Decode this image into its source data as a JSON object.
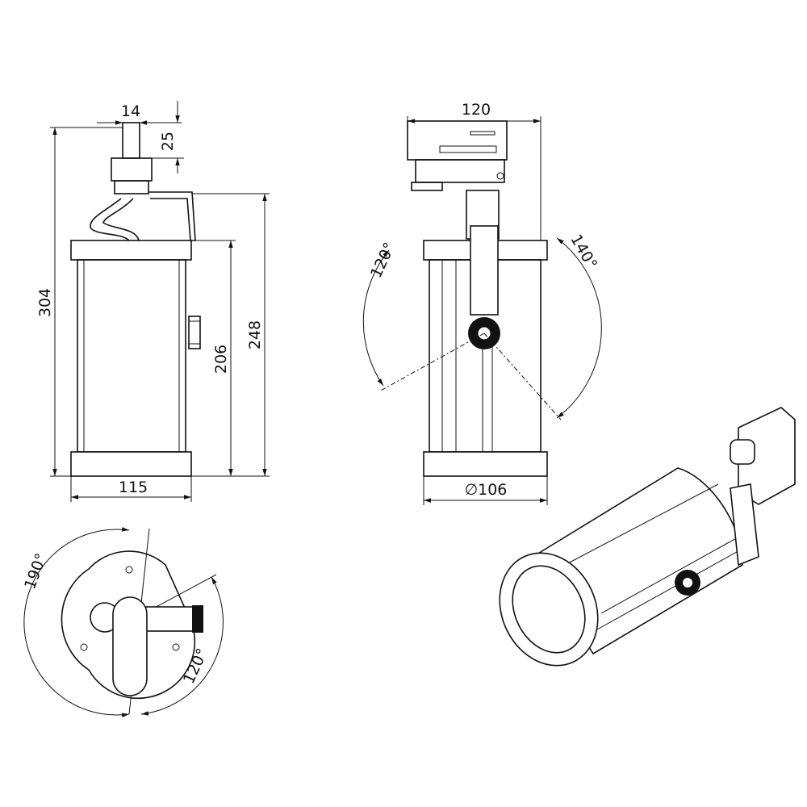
{
  "drawing": {
    "front_view": {
      "dim_stem_width": "14",
      "dim_stem_height": "25",
      "dim_total_height": "304",
      "dim_arm_height": "248",
      "dim_body_height": "206",
      "dim_body_width": "115"
    },
    "side_view": {
      "dim_adapter_width": "120",
      "dim_tilt_left": "120°",
      "dim_tilt_right": "140°",
      "dim_diameter": "∅106"
    },
    "top_view": {
      "dim_rotation_main": "190°",
      "dim_rotation_arm": "120°"
    },
    "colors": {
      "line": "#111111",
      "background": "#ffffff"
    }
  }
}
